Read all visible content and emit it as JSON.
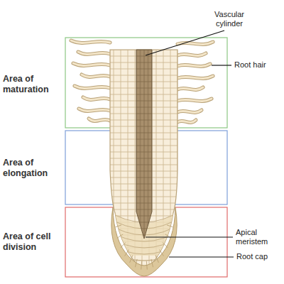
{
  "diagram": {
    "labels": [
      "Vascular cylinder",
      "Root hair",
      "Area of maturation",
      "Area of elongation",
      "Area of cell division",
      "Apical meristem",
      "Root cap"
    ]
  }
}
